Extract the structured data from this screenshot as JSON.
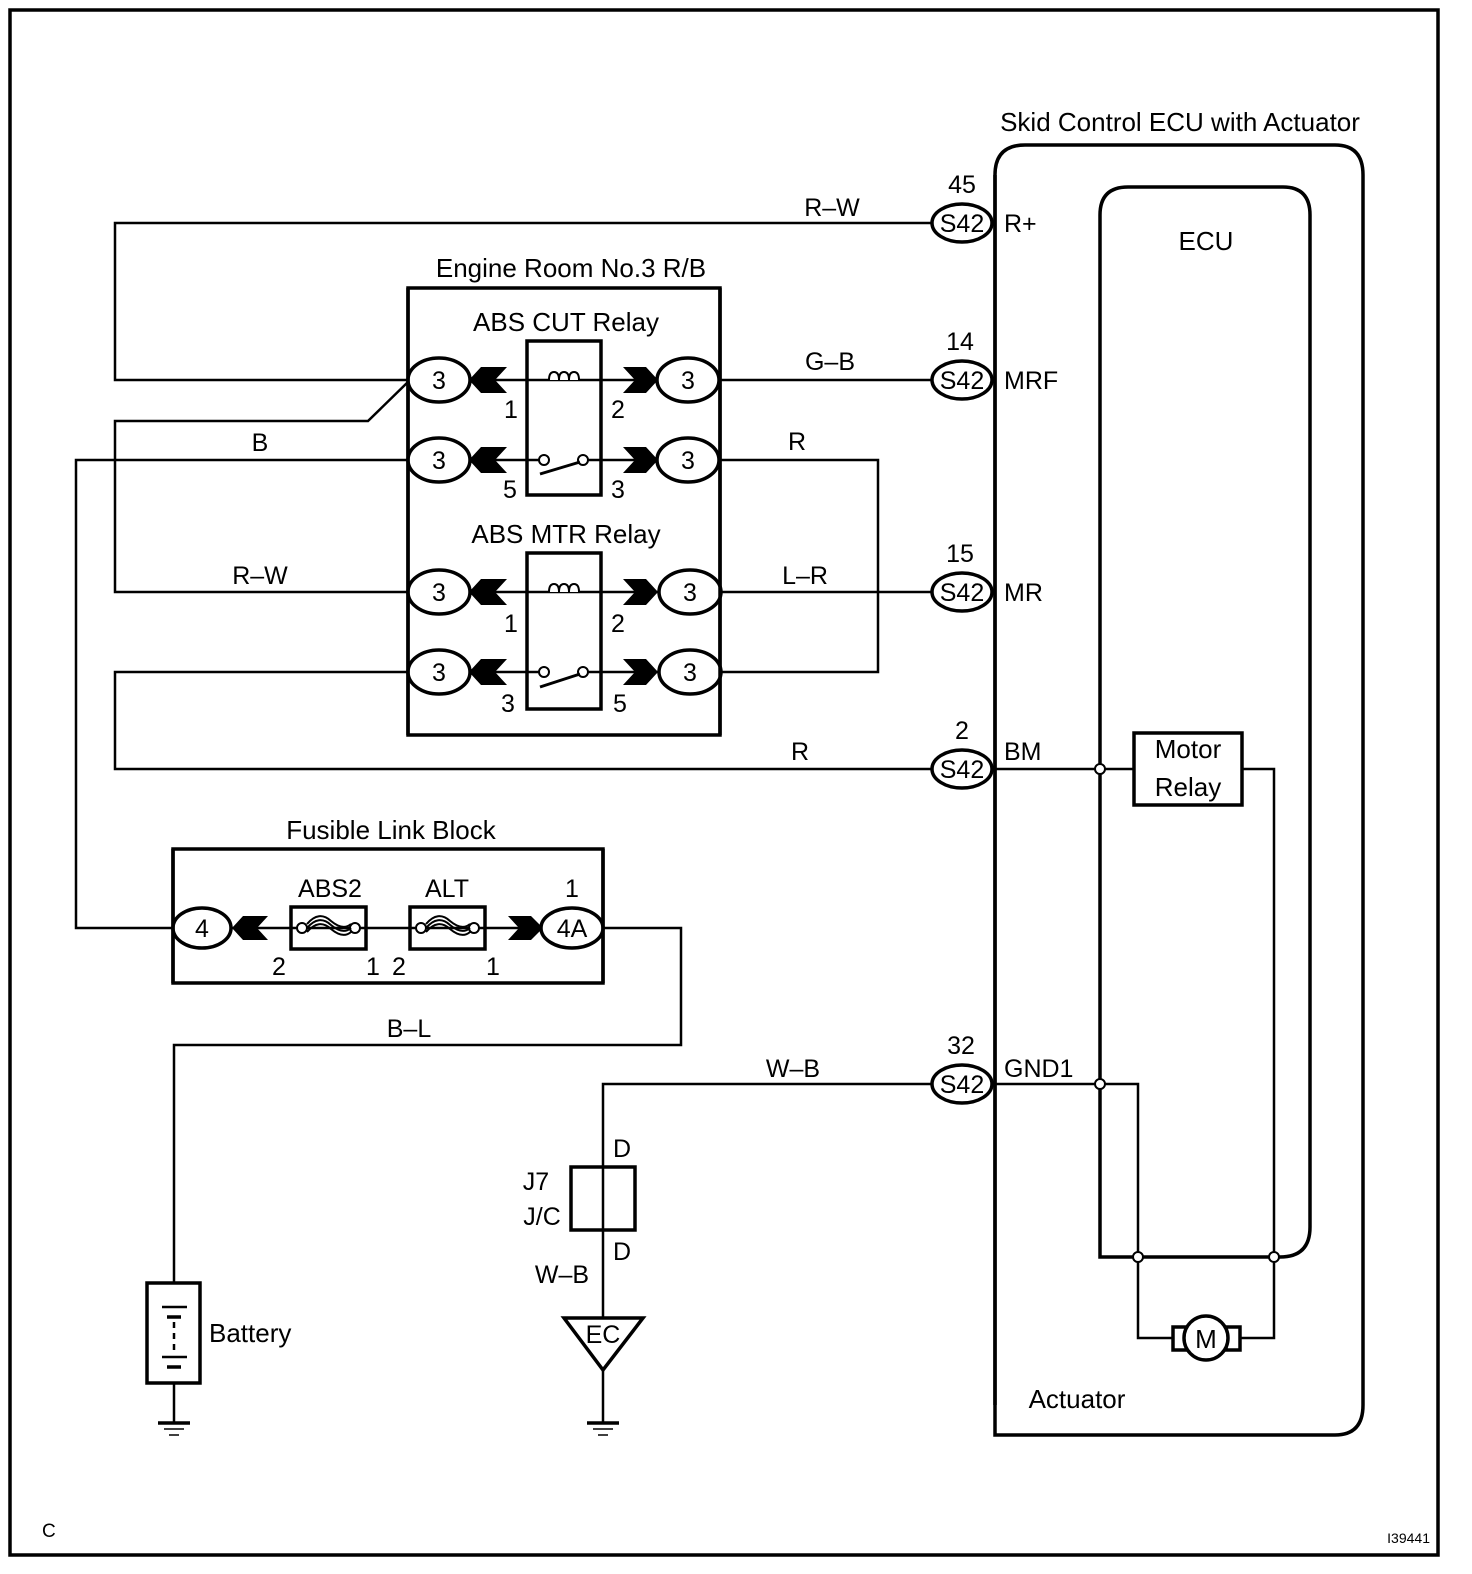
{
  "diagram": {
    "page_letter": "C",
    "figure_id": "I39441"
  },
  "ecu_unit": {
    "title": "Skid Control ECU with Actuator",
    "ecu_label": "ECU",
    "actuator_label": "Actuator",
    "motor_relay_line1": "Motor",
    "motor_relay_line2": "Relay",
    "motor_label": "M",
    "terminals": [
      {
        "pin": "45",
        "connector": "S42",
        "name": "R+",
        "wire": "R–W"
      },
      {
        "pin": "14",
        "connector": "S42",
        "name": "MRF",
        "wire": "G–B"
      },
      {
        "pin": "15",
        "connector": "S42",
        "name": "MR",
        "wire": "L–R"
      },
      {
        "pin": "2",
        "connector": "S42",
        "name": "BM",
        "wire": "R"
      },
      {
        "pin": "32",
        "connector": "S42",
        "name": "GND1",
        "wire": "W–B"
      }
    ]
  },
  "engine_room_rb": {
    "title": "Engine Room No.3 R/B",
    "connector": "3",
    "abs_cut_relay": {
      "title": "ABS CUT Relay",
      "pins": {
        "coil_left": "1",
        "coil_right": "2",
        "switch_left": "5",
        "switch_right": "3"
      }
    },
    "abs_mtr_relay": {
      "title": "ABS MTR Relay",
      "pins": {
        "coil_left": "1",
        "coil_right": "2",
        "switch_left": "3",
        "switch_right": "5"
      }
    }
  },
  "left_wires": {
    "b": "B",
    "r_w": "R–W",
    "r_right": "R"
  },
  "fusible_link_block": {
    "title": "Fusible Link Block",
    "left_connector": "4",
    "right_connector": "4A",
    "right_connector_pin": "1",
    "fuses": [
      {
        "name": "ABS2",
        "pin_left": "2",
        "pin_right": "1"
      },
      {
        "name": "ALT",
        "pin_left": "2",
        "pin_right": "1"
      }
    ],
    "output_wire": "B–L"
  },
  "junction": {
    "line1": "J7",
    "line2": "J/C",
    "pin_top": "D",
    "pin_bottom": "D",
    "wire_below": "W–B"
  },
  "ground_point": {
    "label": "EC"
  },
  "battery": {
    "label": "Battery"
  }
}
